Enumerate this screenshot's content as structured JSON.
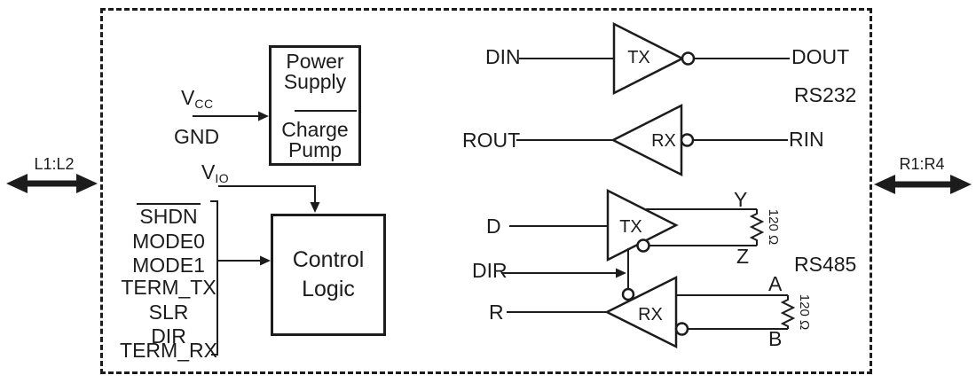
{
  "ports": {
    "left": "L1:L2",
    "right": "R1:R4"
  },
  "power_supply_box": {
    "line1": "Power",
    "line2": "Supply",
    "line3": "Charge",
    "line4": "Pump"
  },
  "control_logic_box": {
    "line1": "Control",
    "line2": "Logic"
  },
  "supplies": {
    "vcc_base": "V",
    "vcc_sub": "CC",
    "gnd": "GND",
    "vio_base": "V",
    "vio_sub": "IO"
  },
  "control_signals": [
    "SHDN",
    "MODE0",
    "MODE1",
    "TERM_TX",
    "SLR",
    "DIR",
    "TERM_RX"
  ],
  "rs232": {
    "section_label": "RS232",
    "tx_gate": "TX",
    "din": "DIN",
    "dout": "DOUT",
    "rx_gate": "RX",
    "rout": "ROUT",
    "rin": "RIN"
  },
  "rs485": {
    "section_label": "RS485",
    "tx_gate": "TX",
    "d": "D",
    "y": "Y",
    "z": "Z",
    "dir": "DIR",
    "rx_gate": "RX",
    "r": "R",
    "a": "A",
    "b": "B",
    "term_resistor": "120 Ω"
  },
  "colors": {
    "ink": "#1c1c1c",
    "background": "#ffffff"
  }
}
